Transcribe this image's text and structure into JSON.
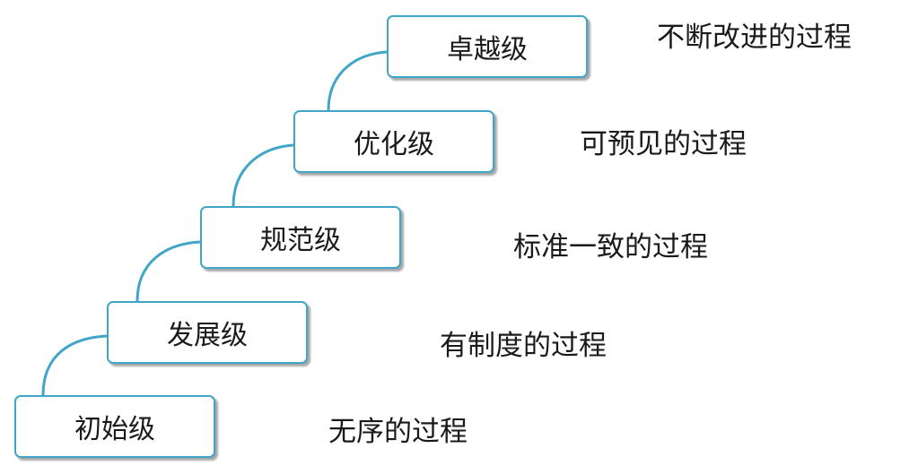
{
  "levels": [
    {
      "label": "初始级",
      "description": "无序的过程"
    },
    {
      "label": "发展级",
      "description": "有制度的过程"
    },
    {
      "label": "规范级",
      "description": "标准一致的过程"
    },
    {
      "label": "优化级",
      "description": "可预见的过程"
    },
    {
      "label": "卓越级",
      "description": "不断改进的过程"
    }
  ],
  "colors": {
    "box_border": "#41a5c9",
    "connector": "#41a5c9",
    "text": "#1a1a1a",
    "background": "#ffffff"
  }
}
